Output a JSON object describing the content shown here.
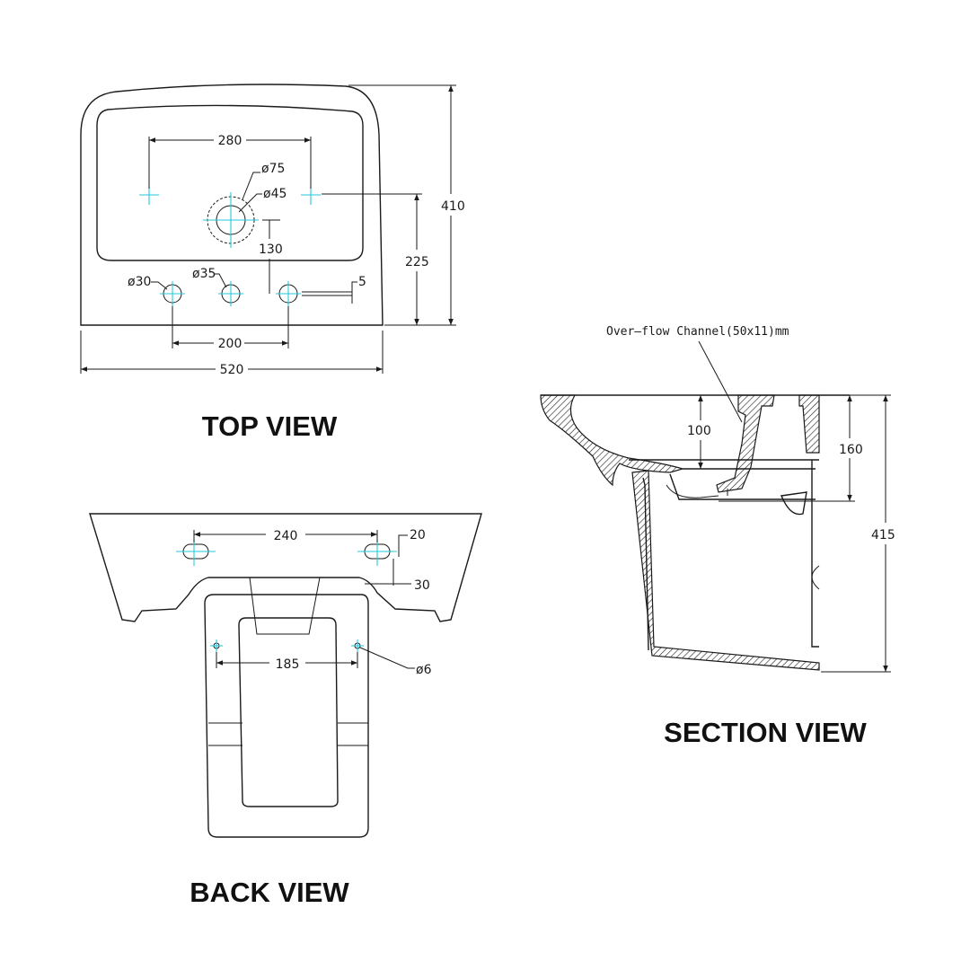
{
  "top_view": {
    "title": "TOP VIEW",
    "dims": {
      "d280": "280",
      "d75": "ø75",
      "d45": "ø45",
      "d410": "410",
      "d225": "225",
      "d130": "130",
      "d30": "ø30",
      "d35": "ø35",
      "d5": "5",
      "d200": "200",
      "d520": "520"
    }
  },
  "back_view": {
    "title": "BACK VIEW",
    "dims": {
      "d240": "240",
      "d20": "20",
      "d30": "30",
      "d185": "185",
      "d6": "ø6"
    }
  },
  "section_view": {
    "title": "SECTION VIEW",
    "overflow_note": "Over–flow Channel(50x11)mm",
    "dims": {
      "d100": "100",
      "d160": "160",
      "d415": "415"
    }
  },
  "colors": {
    "line": "#1a1a1a",
    "centerline": "#25c9d9"
  }
}
